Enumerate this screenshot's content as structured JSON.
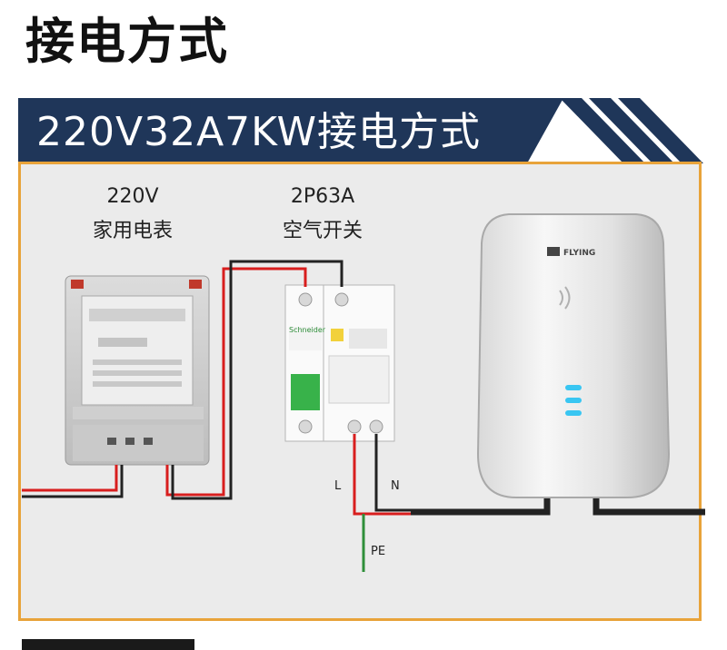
{
  "title": "接电方式",
  "banner": {
    "text": "220V32A7KW接电方式",
    "colors": {
      "navy": "#1f3659",
      "stripe": "#1f3659"
    }
  },
  "meter": {
    "line1": "220V",
    "line2": "家用电表"
  },
  "breaker": {
    "line1": "2P63A",
    "line2": "空气开关",
    "brand": "Schneider"
  },
  "charger": {
    "brand": "FLYING",
    "indicator_color": "#39c6f2"
  },
  "wires": {
    "L": "L",
    "N": "N",
    "PE": "PE"
  },
  "colors": {
    "frame": "#e8a33a",
    "panel": "#ebebeb",
    "live": "#d81e1e",
    "neutral": "#222222",
    "earth": "#2f8f3a"
  }
}
